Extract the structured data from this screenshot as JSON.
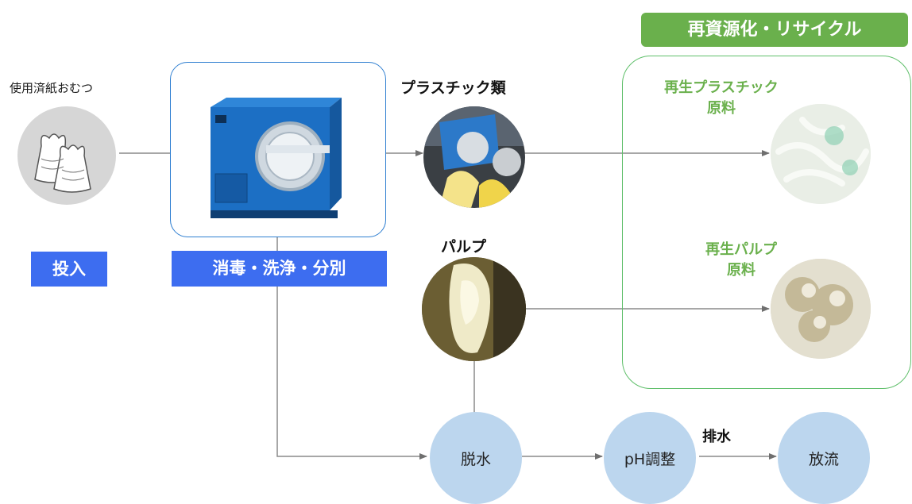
{
  "input_label": "使用済紙おむつ",
  "step_insert": "投入",
  "step_process": "消毒・洗浄・分別",
  "recycle_title": "再資源化・リサイクル",
  "plastics_label": "プラスチック類",
  "pulp_label": "パルプ",
  "recycled_plastic": {
    "line1": "再生プラスチック",
    "line2": "原料"
  },
  "recycled_pulp": {
    "line1": "再生パルプ",
    "line2": "原料"
  },
  "nodes": {
    "dewater": "脱水",
    "ph": "pH調整",
    "discharge": "放流"
  },
  "drain_label": "排水",
  "colors": {
    "accent_blue": "#3d6df0",
    "recycle_green": "#6ab04c",
    "node_fill": "#bcd6ee",
    "line_gray": "#7a7a7a"
  }
}
